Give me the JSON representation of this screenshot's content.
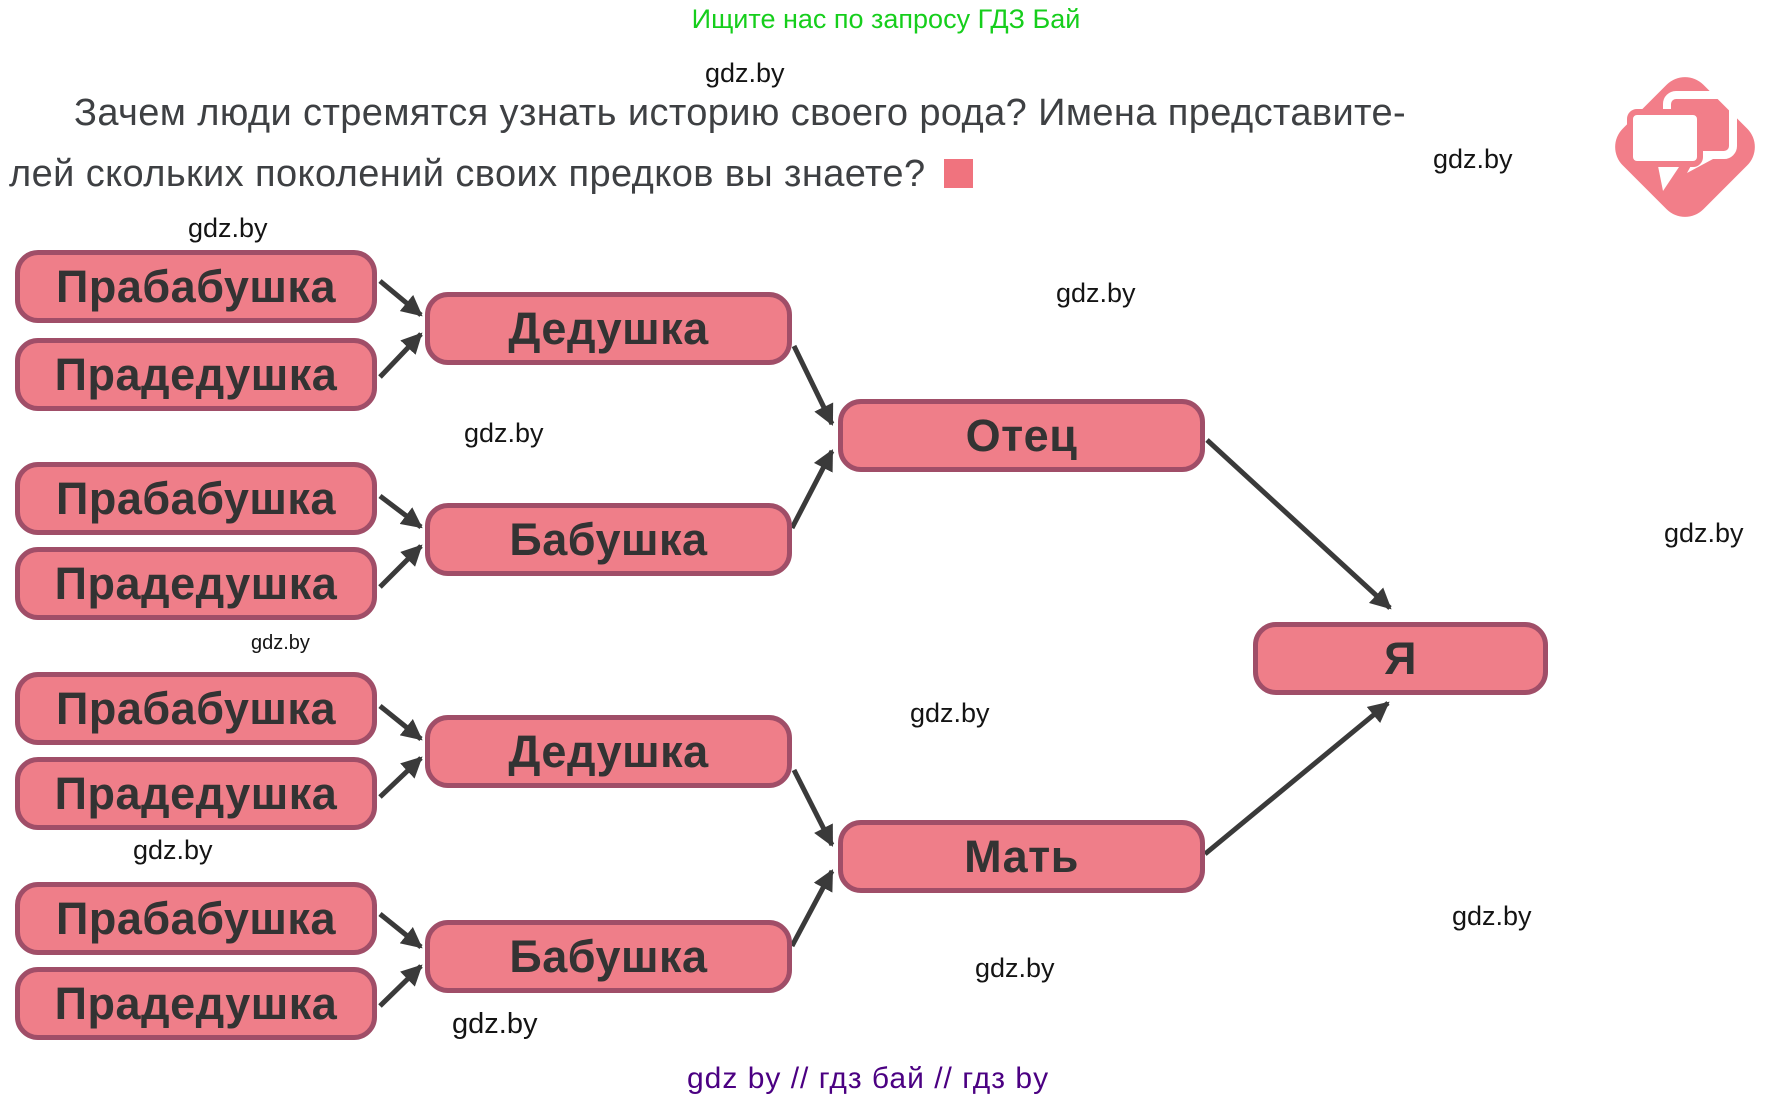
{
  "header": {
    "promo_green": "Ищите нас по запросу ГДЗ Бай",
    "question_line1": "Зачем люди стремятся узнать историю своего рода? Имена представите-",
    "question_line2": "лей скольких поколений своих предков вы знаете?"
  },
  "watermark": {
    "text": "gdz.by"
  },
  "footer": {
    "seo_line": "gdz by  //  гдз бай  //  гдз by"
  },
  "colors": {
    "box_fill": "#EF7E89",
    "box_border": "#A04E68",
    "promo_green": "#16CE1C",
    "footer_purple": "#4B0082",
    "marker_square": "#F0737E",
    "arrow": "#3A3A3A"
  },
  "diagram": {
    "nodes": [
      {
        "id": "great-grandmother-paternal-1",
        "label": "Прабабушка"
      },
      {
        "id": "great-grandfather-paternal-1",
        "label": "Прадедушка"
      },
      {
        "id": "great-grandmother-paternal-2",
        "label": "Прабабушка"
      },
      {
        "id": "great-grandfather-paternal-2",
        "label": "Прадедушка"
      },
      {
        "id": "great-grandmother-maternal-1",
        "label": "Прабабушка"
      },
      {
        "id": "great-grandfather-maternal-1",
        "label": "Прадедушка"
      },
      {
        "id": "great-grandmother-maternal-2",
        "label": "Прабабушка"
      },
      {
        "id": "great-grandfather-maternal-2",
        "label": "Прадедушка"
      },
      {
        "id": "grandfather-paternal",
        "label": "Дедушка"
      },
      {
        "id": "grandmother-paternal",
        "label": "Бабушка"
      },
      {
        "id": "grandfather-maternal",
        "label": "Дедушка"
      },
      {
        "id": "grandmother-maternal",
        "label": "Бабушка"
      },
      {
        "id": "father",
        "label": "Отец"
      },
      {
        "id": "mother",
        "label": "Мать"
      },
      {
        "id": "me",
        "label": "Я"
      }
    ],
    "edges": [
      [
        "great-grandmother-paternal-1",
        "grandfather-paternal"
      ],
      [
        "great-grandfather-paternal-1",
        "grandfather-paternal"
      ],
      [
        "great-grandmother-paternal-2",
        "grandmother-paternal"
      ],
      [
        "great-grandfather-paternal-2",
        "grandmother-paternal"
      ],
      [
        "grandfather-paternal",
        "father"
      ],
      [
        "grandmother-paternal",
        "father"
      ],
      [
        "great-grandmother-maternal-1",
        "grandfather-maternal"
      ],
      [
        "great-grandfather-maternal-1",
        "grandfather-maternal"
      ],
      [
        "great-grandmother-maternal-2",
        "grandmother-maternal"
      ],
      [
        "great-grandfather-maternal-2",
        "grandmother-maternal"
      ],
      [
        "grandfather-maternal",
        "mother"
      ],
      [
        "grandmother-maternal",
        "mother"
      ],
      [
        "father",
        "me"
      ],
      [
        "mother",
        "me"
      ]
    ]
  }
}
